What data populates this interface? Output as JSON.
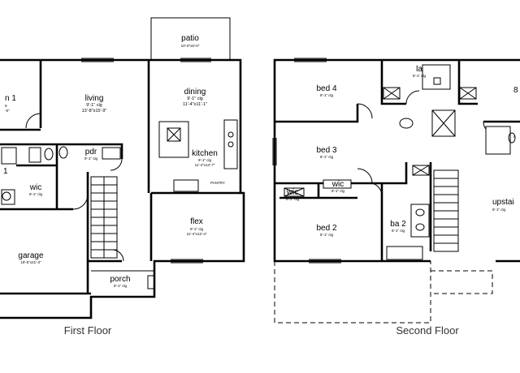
{
  "first_floor": {
    "caption": "First Floor",
    "rooms": {
      "patio": {
        "name": "patio",
        "dim": "10'-0\"x8'-0\""
      },
      "bedroom1": {
        "name": "n 1",
        "dim1": "9",
        "dim2": "-9\""
      },
      "living": {
        "name": "living",
        "dim1": "9'-1\" clg",
        "dim2": "13'-8\"x15'-9\""
      },
      "dining": {
        "name": "dining",
        "dim1": "9'-1\" clg",
        "dim2": "11'-4\"x11'-1\""
      },
      "kitchen": {
        "name": "kitchen",
        "dim1": "9'-1\" clg",
        "dim2": "11'-4\"x13'-7\""
      },
      "pdr": {
        "name": "pdr",
        "dim": "9'-1\" clg"
      },
      "bath_left": {
        "name": "1"
      },
      "wic": {
        "name": "wic",
        "dim": "9'-1\" clg"
      },
      "pantry": {
        "name": "PANTRY"
      },
      "flex": {
        "name": "flex",
        "dim1": "9'-1\" clg",
        "dim2": "11'-4\"x12'-4\""
      },
      "garage": {
        "name": "garage",
        "dim": "19'-5\"x21'-3\""
      },
      "porch": {
        "name": "porch",
        "dim": "9'-1\" clg"
      }
    }
  },
  "second_floor": {
    "caption": "Second Floor",
    "rooms": {
      "bed4": {
        "name": "bed 4",
        "dim": "8'-1\" clg"
      },
      "la": {
        "name": "la",
        "dim": "8'-1\" clg"
      },
      "bed3": {
        "name": "bed 3",
        "dim": "8'-1\" clg"
      },
      "wic_a": {
        "name": "wic",
        "dim": "8'-1\" clg"
      },
      "wic_b": {
        "name": "wic",
        "dim": "8'-1\" clg"
      },
      "bed2": {
        "name": "bed 2",
        "dim": "8'-1\" clg"
      },
      "ba2": {
        "name": "ba 2",
        "dim": "8'-1\" clg"
      },
      "upstairs": {
        "name": "upstai",
        "dim": "8'-1\" clg"
      },
      "right_edge": {
        "name": "8",
        "dim": "8"
      }
    }
  }
}
